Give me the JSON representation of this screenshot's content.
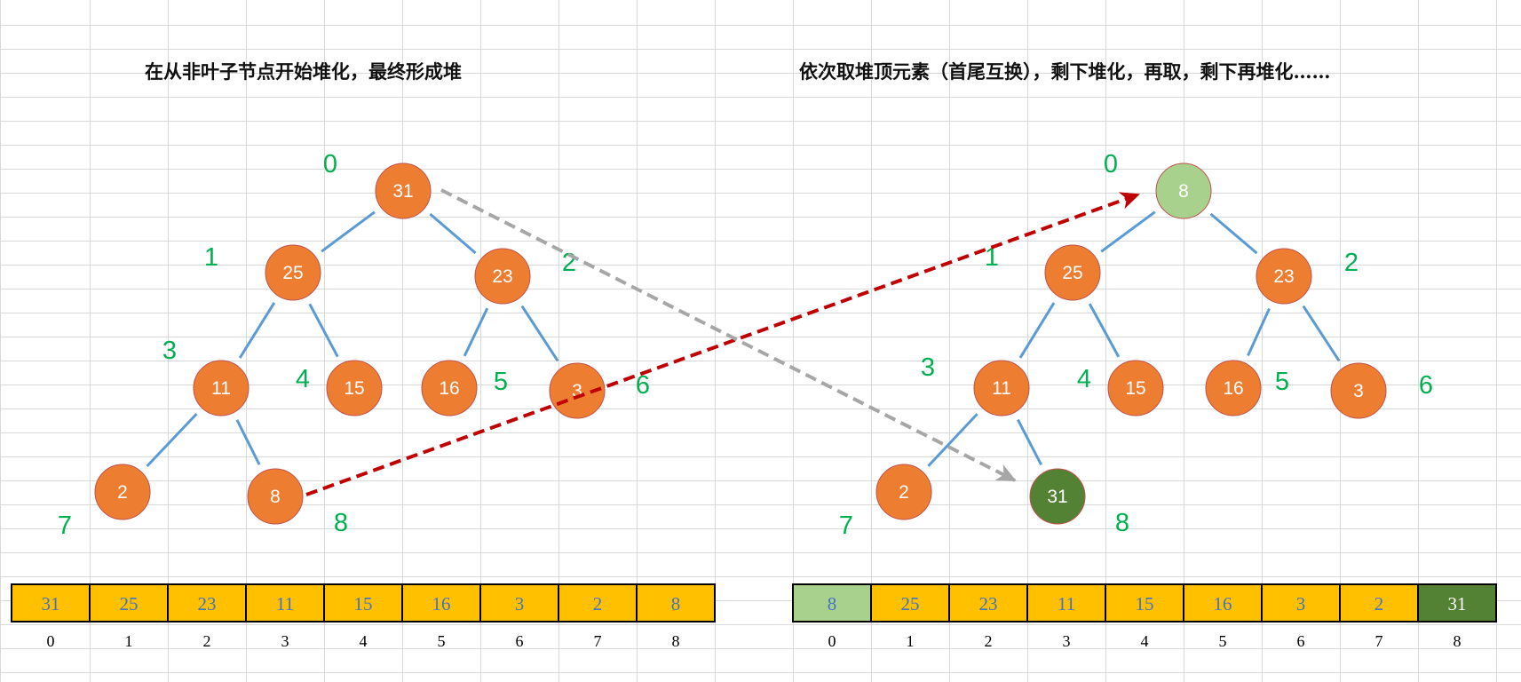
{
  "titles": {
    "left": "在从非叶子节点开始堆化，最终形成堆",
    "right": "依次取堆顶元素（首尾互换），剩下堆化，再取，剩下再堆化……"
  },
  "colors": {
    "node_default": "#ed7d31",
    "node_swapped_top": "#a9d18e",
    "node_removed": "#548235",
    "index_label": "#00b050",
    "edge": "#5b9bd5",
    "arrow_red": "#c00000",
    "arrow_gray": "#a6a6a6",
    "array_cell": "#ffc000",
    "array_cell_text": "#4472c4",
    "gridline": "#d9d9d9"
  },
  "left_heap": {
    "nodes": [
      {
        "value": "31",
        "index": "0",
        "state": "default"
      },
      {
        "value": "25",
        "index": "1",
        "state": "default"
      },
      {
        "value": "23",
        "index": "2",
        "state": "default"
      },
      {
        "value": "11",
        "index": "3",
        "state": "default"
      },
      {
        "value": "15",
        "index": "4",
        "state": "default"
      },
      {
        "value": "16",
        "index": "5",
        "state": "default"
      },
      {
        "value": "3",
        "index": "6",
        "state": "default"
      },
      {
        "value": "2",
        "index": "7",
        "state": "default"
      },
      {
        "value": "8",
        "index": "8",
        "state": "default"
      }
    ],
    "edges": [
      [
        0,
        1
      ],
      [
        0,
        2
      ],
      [
        1,
        3
      ],
      [
        1,
        4
      ],
      [
        2,
        5
      ],
      [
        2,
        6
      ],
      [
        3,
        7
      ],
      [
        3,
        8
      ]
    ]
  },
  "right_heap": {
    "nodes": [
      {
        "value": "8",
        "index": "0",
        "state": "swapped_top"
      },
      {
        "value": "25",
        "index": "1",
        "state": "default"
      },
      {
        "value": "23",
        "index": "2",
        "state": "default"
      },
      {
        "value": "11",
        "index": "3",
        "state": "default"
      },
      {
        "value": "15",
        "index": "4",
        "state": "default"
      },
      {
        "value": "16",
        "index": "5",
        "state": "default"
      },
      {
        "value": "3",
        "index": "6",
        "state": "default"
      },
      {
        "value": "2",
        "index": "7",
        "state": "default"
      },
      {
        "value": "31",
        "index": "8",
        "state": "removed"
      }
    ],
    "edges": [
      [
        0,
        1
      ],
      [
        0,
        2
      ],
      [
        1,
        3
      ],
      [
        1,
        4
      ],
      [
        2,
        5
      ],
      [
        2,
        6
      ],
      [
        3,
        7
      ],
      [
        3,
        8
      ]
    ]
  },
  "left_array": {
    "values": [
      "31",
      "25",
      "23",
      "11",
      "15",
      "16",
      "3",
      "2",
      "8"
    ],
    "indices": [
      "0",
      "1",
      "2",
      "3",
      "4",
      "5",
      "6",
      "7",
      "8"
    ],
    "states": [
      "default",
      "default",
      "default",
      "default",
      "default",
      "default",
      "default",
      "default",
      "default"
    ]
  },
  "right_array": {
    "values": [
      "8",
      "25",
      "23",
      "11",
      "15",
      "16",
      "3",
      "2",
      "31"
    ],
    "indices": [
      "0",
      "1",
      "2",
      "3",
      "4",
      "5",
      "6",
      "7",
      "8"
    ],
    "states": [
      "swapped_top",
      "default",
      "default",
      "default",
      "default",
      "default",
      "default",
      "default",
      "removed"
    ]
  },
  "arrows": [
    {
      "name": "swap-arrow-8-to-top",
      "from": "left_heap.8",
      "to": "right_heap.0",
      "color": "arrow_red"
    },
    {
      "name": "swap-arrow-31-to-end",
      "from": "left_heap.0",
      "to": "right_heap.8",
      "color": "arrow_gray"
    }
  ]
}
